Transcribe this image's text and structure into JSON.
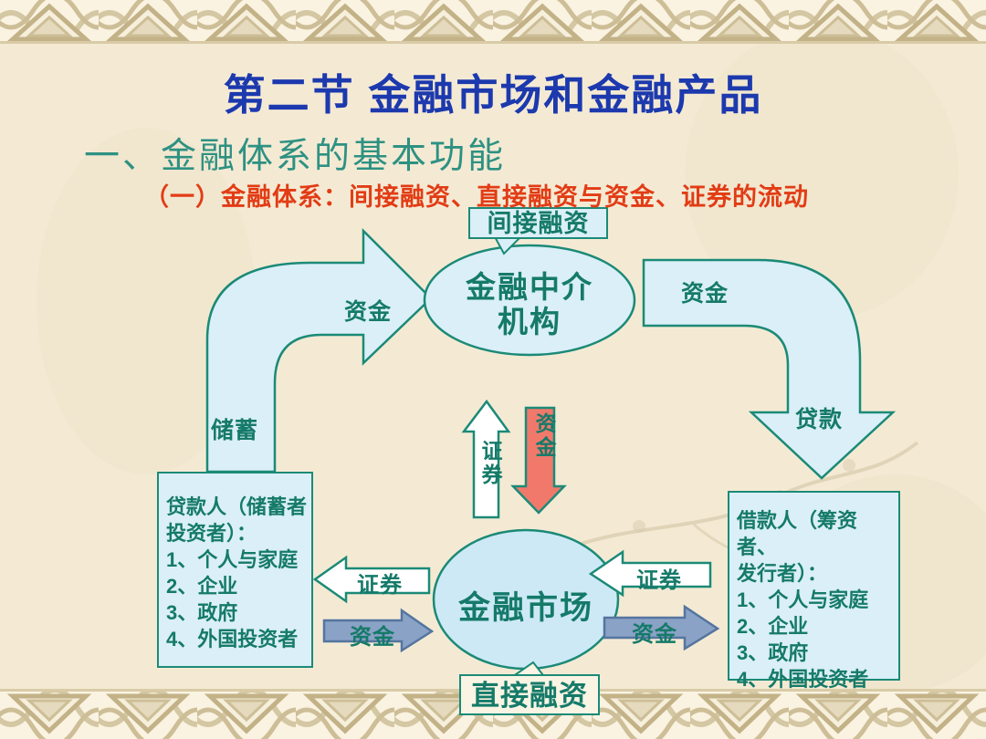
{
  "slide": {
    "title": "第二节 金融市场和金融产品",
    "heading": "一、金融体系的基本功能",
    "subheading": "（一）金融体系：间接融资、直接融资与资金、证券的流动"
  },
  "diagram": {
    "indirect_financing_label": "间接融资",
    "direct_financing_label": "直接融资",
    "intermediary_line1": "金融中介",
    "intermediary_line2": "机构",
    "market_label": "金融市场",
    "funds_to_intermediary": "资金",
    "savings_label": "储蓄",
    "funds_from_intermediary": "资金",
    "loans_label": "贷款",
    "securities_up": "证券",
    "funds_down": "资金",
    "securities_to_lenders": "证券",
    "funds_from_lenders": "资金",
    "securities_to_market": "证券",
    "funds_to_borrowers": "资金",
    "lenders": {
      "lines": [
        "贷款人（储蓄者",
        "投资者）：",
        "1、个人与家庭",
        "2、企业",
        "3、政府",
        "4、外国投资者"
      ]
    },
    "borrowers": {
      "lines": [
        "借款人（筹资者、",
        "发行者）：",
        "1、个人与家庭",
        "2、企业",
        "3、政府",
        "4、外国投资者"
      ]
    },
    "colors": {
      "title_blue": "#1c39ae",
      "heading_teal": "#2e9182",
      "subheading_red": "#e23c15",
      "teal_stroke": "#1b8a77",
      "teal_text": "#157a69",
      "light_blue_fill": "#daeff8",
      "market_fill": "#cde9f6",
      "red_arrow_fill": "#f0796c",
      "slate_arrow_fill": "#8aa2c6",
      "slate_arrow_stroke": "#54759f",
      "background": "#f4ead4",
      "border_tan": "#cdbe97"
    }
  }
}
